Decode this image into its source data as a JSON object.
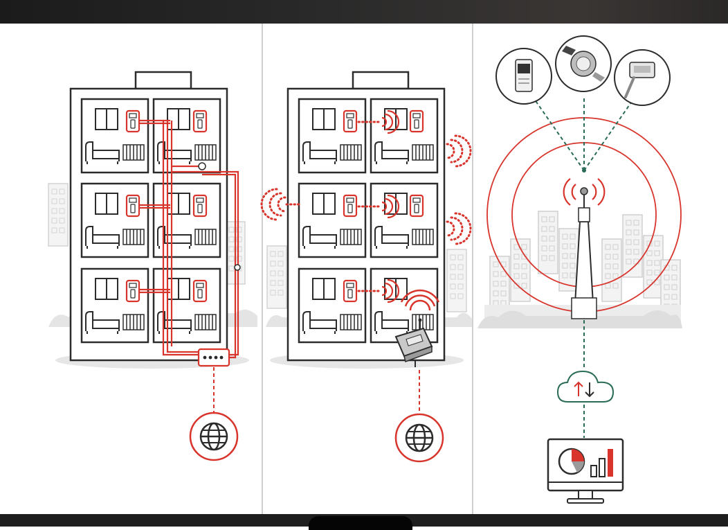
{
  "window": {
    "content": "illustration"
  },
  "panels": [
    {
      "id": "wired-mbus",
      "connection": "wired"
    },
    {
      "id": "walk-by-radio",
      "connection": "wireless-gateway"
    },
    {
      "id": "lpwan-network",
      "connection": "long-range-radio"
    }
  ],
  "palette": {
    "accent": "#d8342b",
    "line": "#2b2b2b",
    "teal": "#2a6b58",
    "city": "#d6d6d6"
  },
  "icons": {
    "globe": "globe-icon",
    "cloud": "cloud-upload-download-icon",
    "monitor": "analytics-monitor-icon",
    "tower": "radio-tower-icon",
    "gateway": "gateway-icon"
  }
}
